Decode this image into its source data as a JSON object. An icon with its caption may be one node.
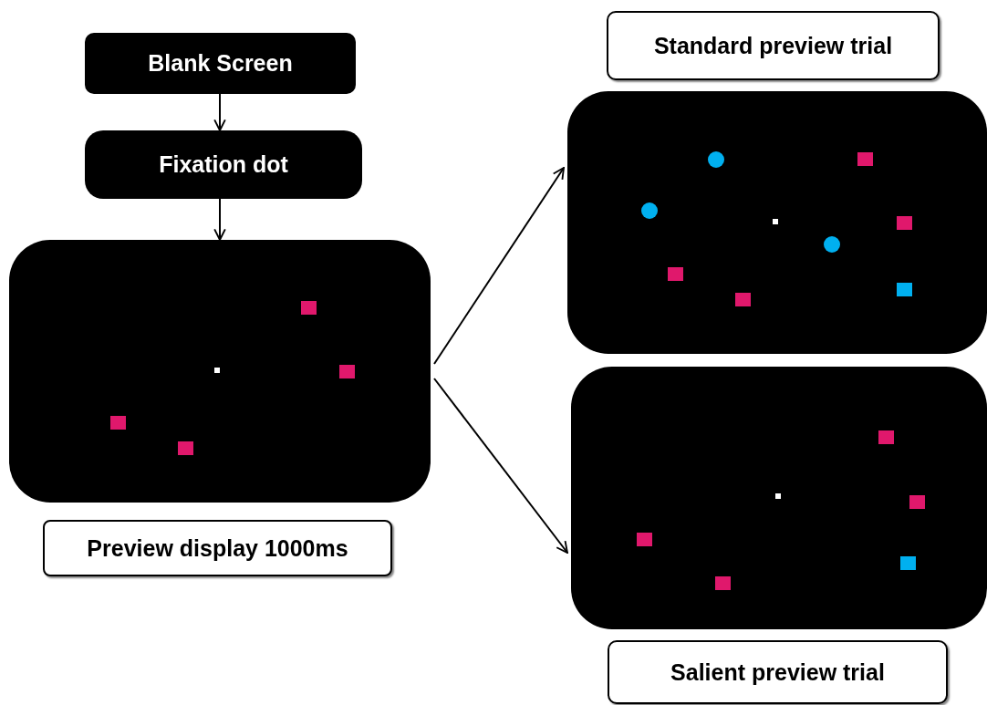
{
  "diagram": {
    "nodes": [
      {
        "text": [
          "Blank Screen"
        ]
      },
      {
        "text": [
          "Fixation dot"
        ]
      },
      {
        "text": [],
        "shape": "box"
      },
      {
        "text": [
          "Preview display 1000ms"
        ]
      },
      {
        "text": [
          "Standard preview trial"
        ]
      },
      {
        "text": [],
        "shape": "box"
      },
      {
        "text": [],
        "shape": "box"
      },
      {
        "text": [
          "Salient preview trial"
        ]
      }
    ],
    "edges": [
      {
        "from": 0,
        "to": 1,
        "arrow": "to"
      },
      {
        "from": 1,
        "to": 2,
        "arrow": "to"
      },
      {
        "from": 2,
        "to": 5,
        "arrow": "to"
      },
      {
        "from": 2,
        "to": 6,
        "arrow": "to"
      }
    ]
  }
}
